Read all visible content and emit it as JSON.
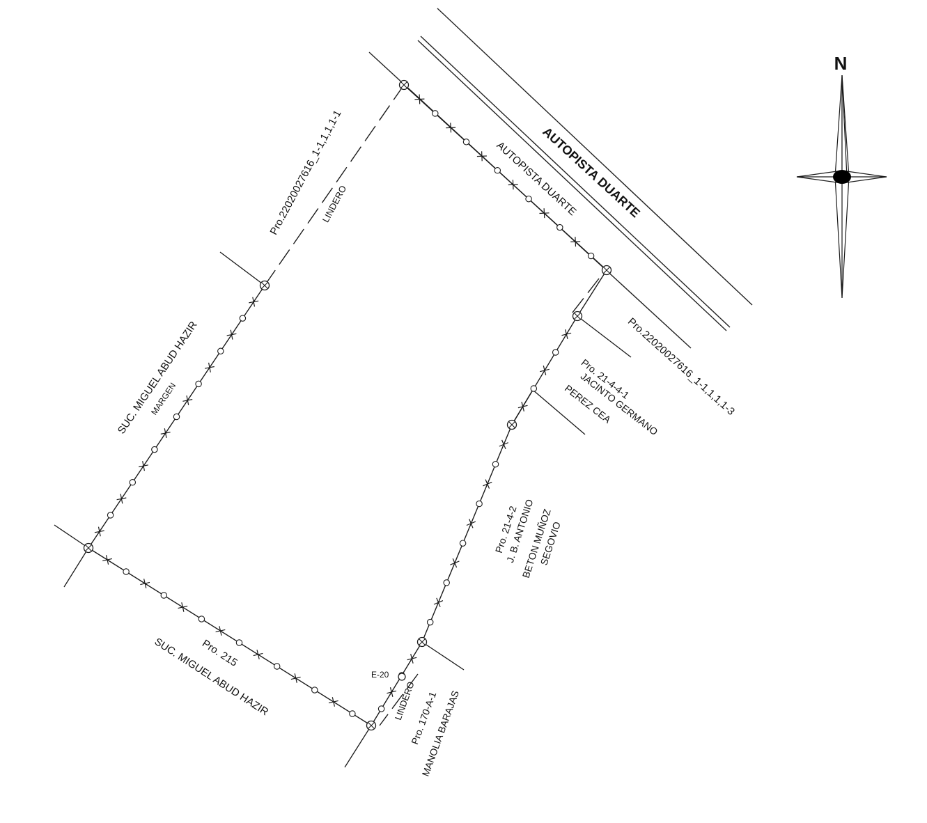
{
  "north_arrow": {
    "label": "N"
  },
  "road": {
    "name_major": "AUTOPISTA DUARTE",
    "name_minor": "AUTOPISTA DUARTE"
  },
  "labels": {
    "nw_parcel": "Pro.22020027616_1-1,1,1,1-1",
    "nw_lindero": "LINDERO",
    "ne_parcel": "Pro.22020027616_1-1,1,1,1-3",
    "west_owner": "SUC. MIGUEL ABUD HAZIR",
    "west_margen": "MARGEN",
    "east_parcel_1": "Pro. 21-4-4-1",
    "east_owner_1a": "JACINTO GERMANO",
    "east_owner_1b": "PEREZ CEA",
    "east_parcel_2": "Pro. 21-4-2",
    "east_owner_2a": "J. B. ANTONIO",
    "east_owner_2b": "BETON MUÑOZ",
    "east_owner_2c": "SEGOVIO",
    "south_parcel": "Pro. 215",
    "south_owner": "SUC. MIGUEL ABUD HAZIR",
    "se_station": "E-20",
    "se_lindero": "LINDERO",
    "se_parcel": "Pro. 170-A-1",
    "se_owner": "MANOLIA BARAJAS"
  }
}
